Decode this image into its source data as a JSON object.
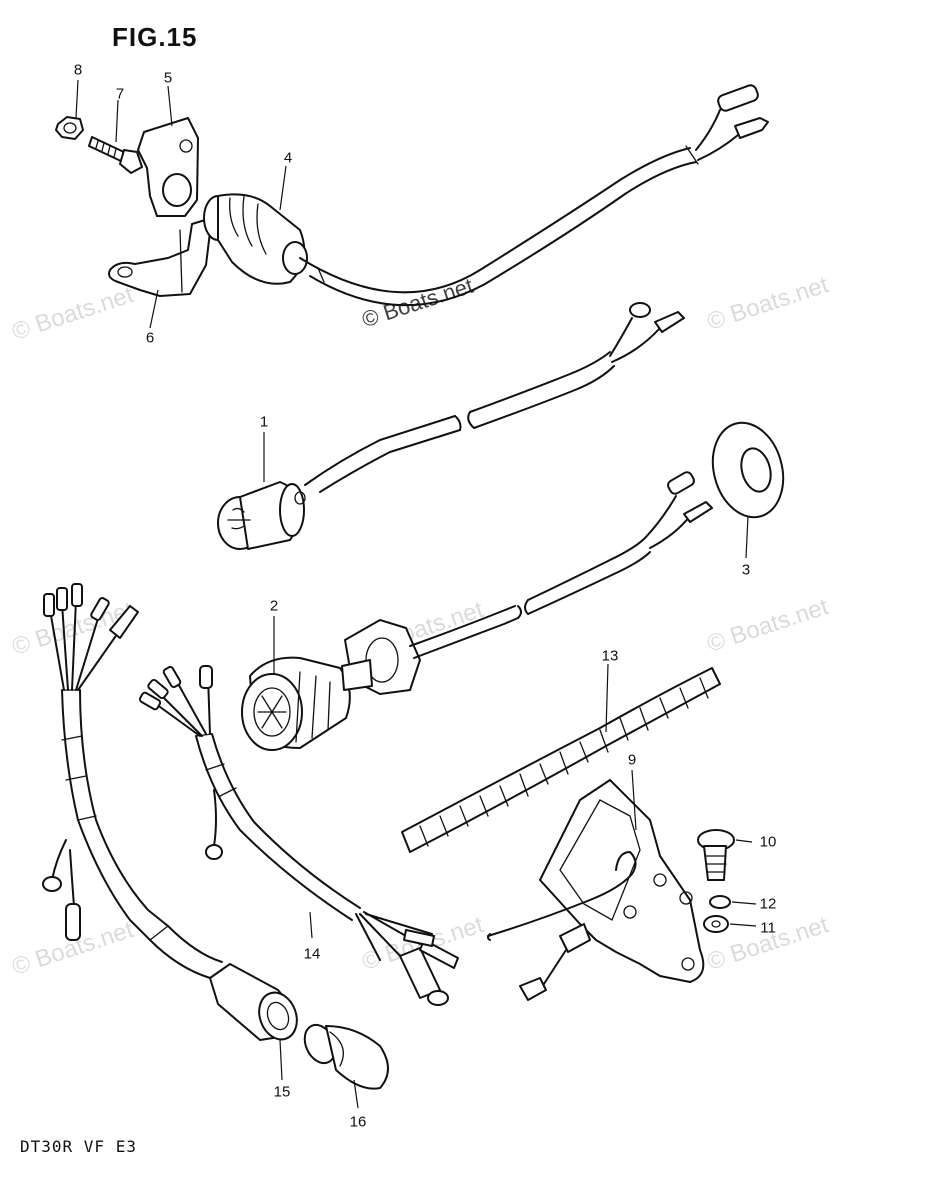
{
  "figure": {
    "title": "FIG.15",
    "model_code": "DT30R VF E3"
  },
  "watermark": {
    "text": "© Boats.net"
  },
  "callouts": {
    "part_1": "1",
    "part_2": "2",
    "part_3": "3",
    "part_4": "4",
    "part_5": "5",
    "part_6": "6",
    "part_7": "7",
    "part_8": "8",
    "part_9": "9",
    "part_10": "10",
    "part_11": "11",
    "part_12": "12",
    "part_13": "13",
    "part_14": "14",
    "part_15": "15",
    "part_16": "16"
  }
}
